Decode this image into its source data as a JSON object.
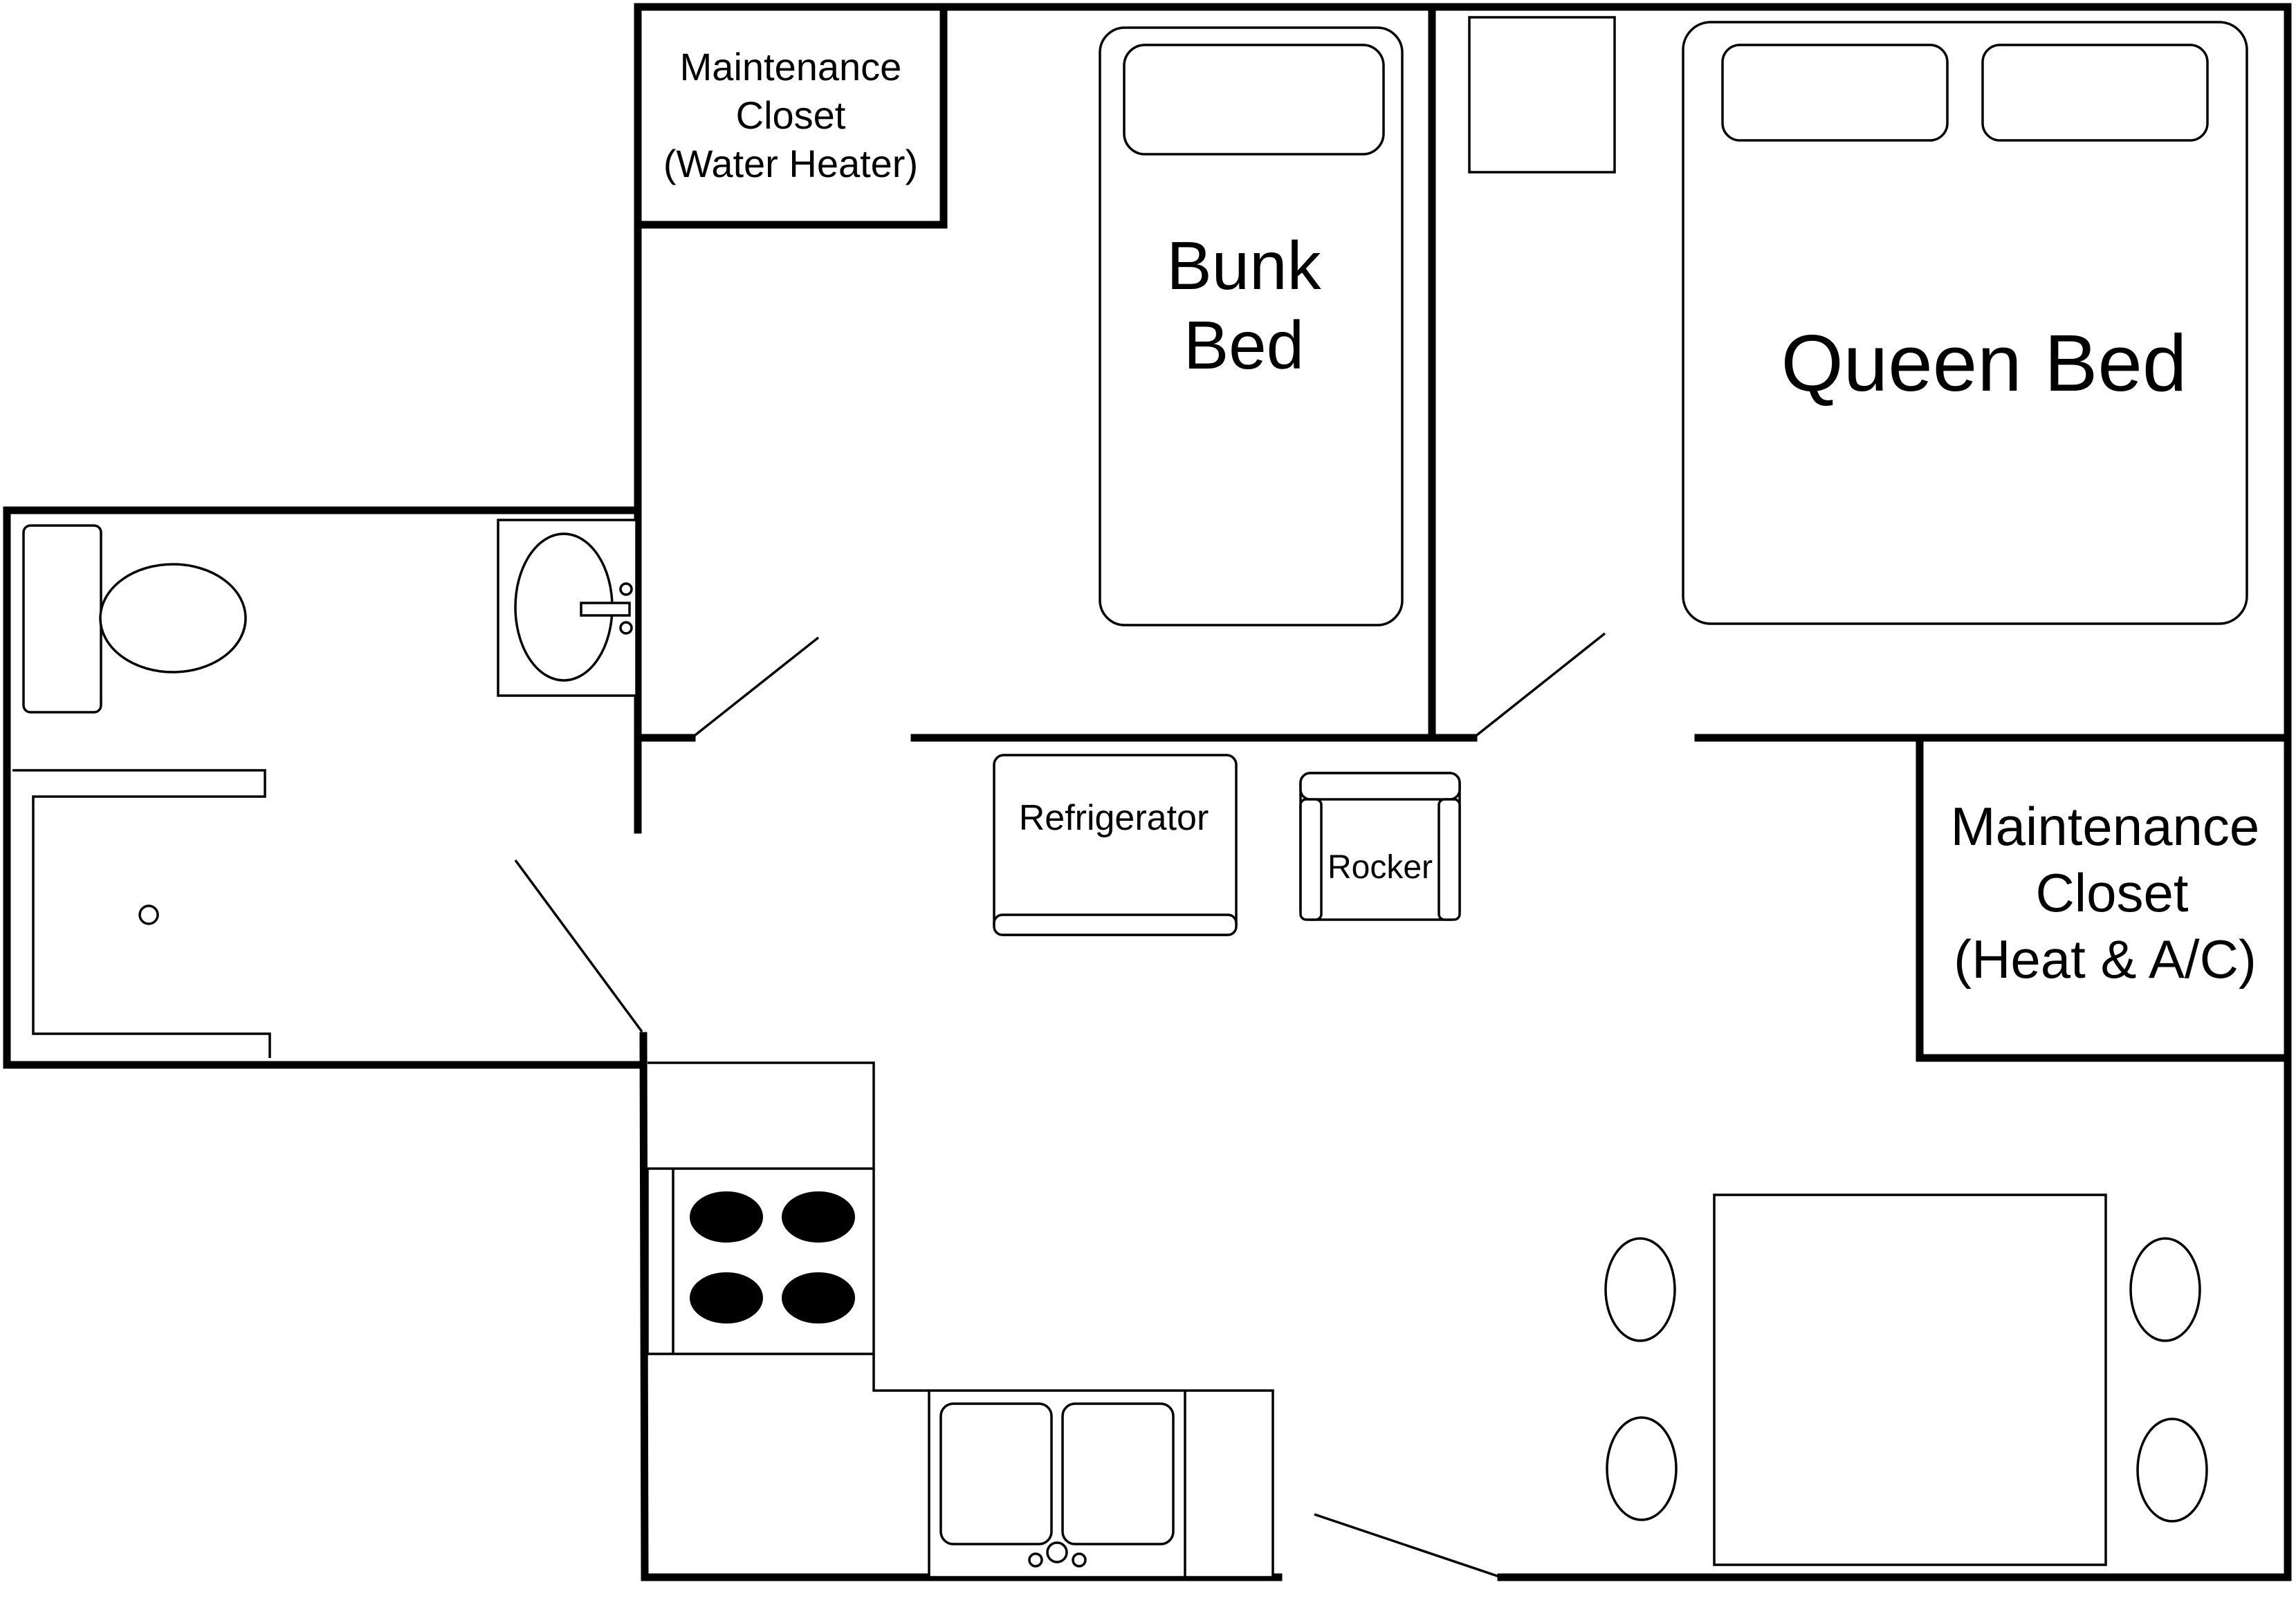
{
  "rooms": {
    "closet_water": {
      "line1": "Maintenance",
      "line2": "Closet",
      "line3": "(Water Heater)"
    },
    "bunk_bed": {
      "line1": "Bunk",
      "line2": "Bed"
    },
    "queen_bed": {
      "label": "Queen Bed"
    },
    "closet_hvac": {
      "line1": "Maintenance",
      "line2": "Closet",
      "line3": "(Heat & A/C)"
    }
  },
  "fixtures": {
    "refrigerator": "Refrigerator",
    "rocker": "Rocker"
  }
}
